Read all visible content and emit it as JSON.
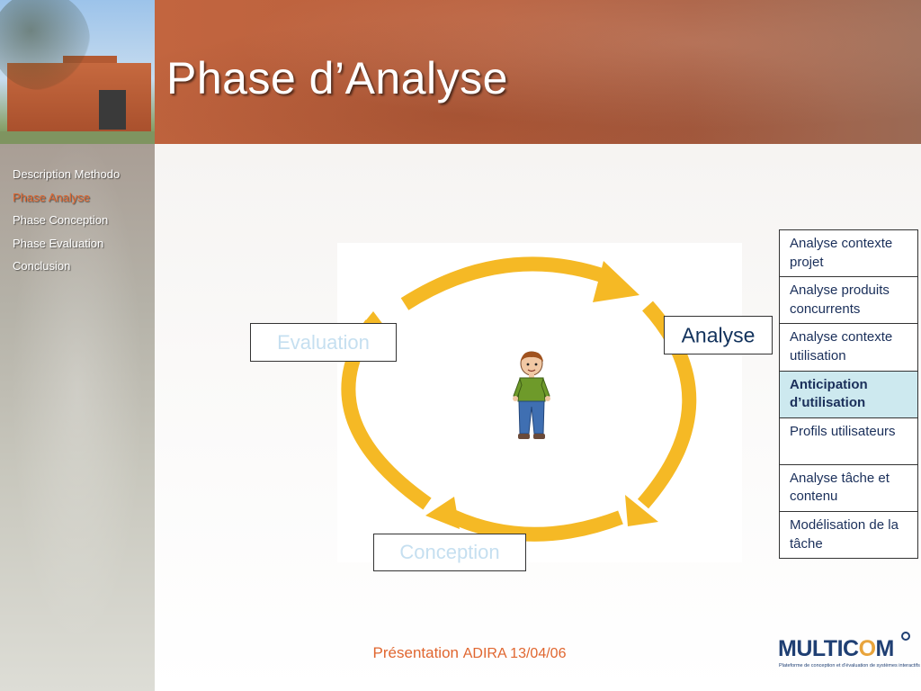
{
  "slide": {
    "title": "Phase d’Analyse"
  },
  "sidebar": {
    "items": [
      {
        "label": "Description Methodo",
        "active": false
      },
      {
        "label": "Phase Analyse",
        "active": true
      },
      {
        "label": "Phase Conception",
        "active": false
      },
      {
        "label": "Phase Evaluation",
        "active": false
      },
      {
        "label": "Conclusion",
        "active": false
      }
    ]
  },
  "cycle": {
    "evaluation_label": "Evaluation",
    "conception_label": "Conception",
    "analyse_label": "Analyse",
    "arrow_color": "#f5b925"
  },
  "activities": [
    "Analyse contexte projet",
    "Analyse produits concurrents",
    "Analyse contexte utilisation",
    "Anticipation d’utilisation",
    "Profils utilisateurs",
    "Analyse tâche et contenu",
    "Modélisation de la tâche"
  ],
  "activities_highlight_index": 3,
  "footer": {
    "presentation": "Présentation",
    "event": "ADIRA 13/04/06"
  },
  "logo": {
    "name": "MULTICOM",
    "tagline": "Plateforme de conception et d’évaluation de systèmes interactifs"
  },
  "colors": {
    "accent": "#e0662f",
    "navy": "#1a2f5a",
    "highlight": "#cde9ef"
  }
}
